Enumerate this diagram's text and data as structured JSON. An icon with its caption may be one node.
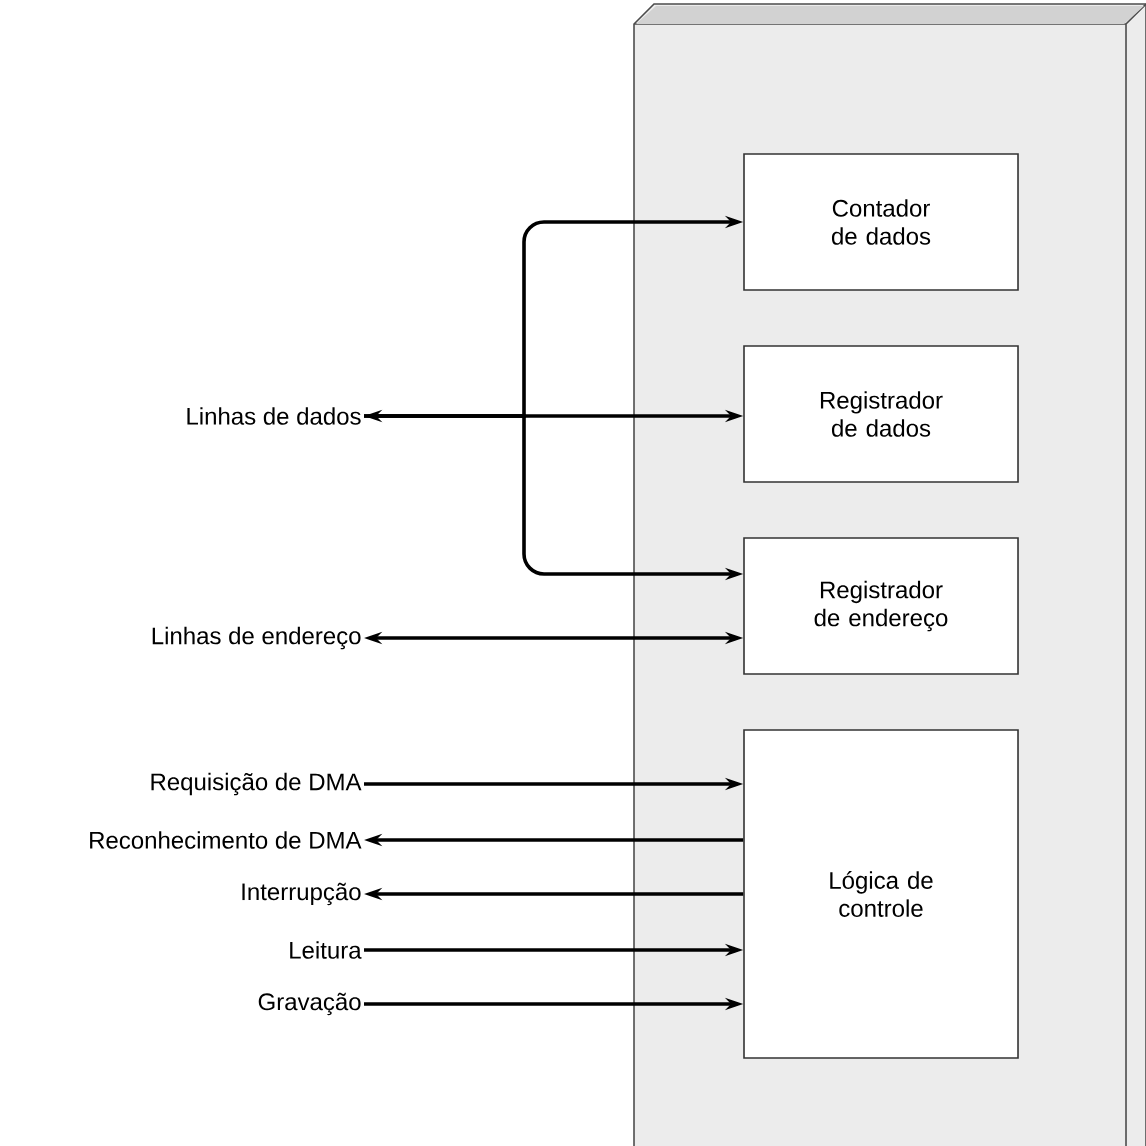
{
  "diagram": {
    "nodes": [
      {
        "text": [],
        "shape": "box"
      },
      {
        "text": [
          "Contador de dados"
        ],
        "in": 0
      },
      {
        "text": [
          "Registrador de dados"
        ],
        "in": 0
      },
      {
        "text": [
          "Registrador de endereço"
        ],
        "in": 0
      },
      {
        "text": [
          "Lógica de controle"
        ],
        "in": 0
      },
      {
        "text": [
          "Linhas de dados"
        ]
      },
      {
        "text": [
          "Linhas de endereço"
        ]
      },
      {
        "text": [
          "Requisição de DMA"
        ]
      },
      {
        "text": [
          "Reconhecimento de DMA"
        ]
      },
      {
        "text": [
          "Interrupção"
        ]
      },
      {
        "text": [
          "Leitura"
        ]
      },
      {
        "text": [
          "Gravação"
        ]
      }
    ],
    "edges": [
      {
        "from": 5,
        "to": 2,
        "arrow": "both"
      },
      {
        "from": 5,
        "to": 1,
        "arrow": "to"
      },
      {
        "from": 5,
        "to": 3,
        "arrow": "to"
      },
      {
        "from": 6,
        "to": 3,
        "arrow": "both"
      },
      {
        "from": 7,
        "to": 4,
        "arrow": "to"
      },
      {
        "from": 4,
        "to": 8,
        "arrow": "to"
      },
      {
        "from": 4,
        "to": 9,
        "arrow": "to"
      },
      {
        "from": 10,
        "to": 4,
        "arrow": "to"
      },
      {
        "from": 11,
        "to": 4,
        "arrow": "to"
      }
    ]
  }
}
